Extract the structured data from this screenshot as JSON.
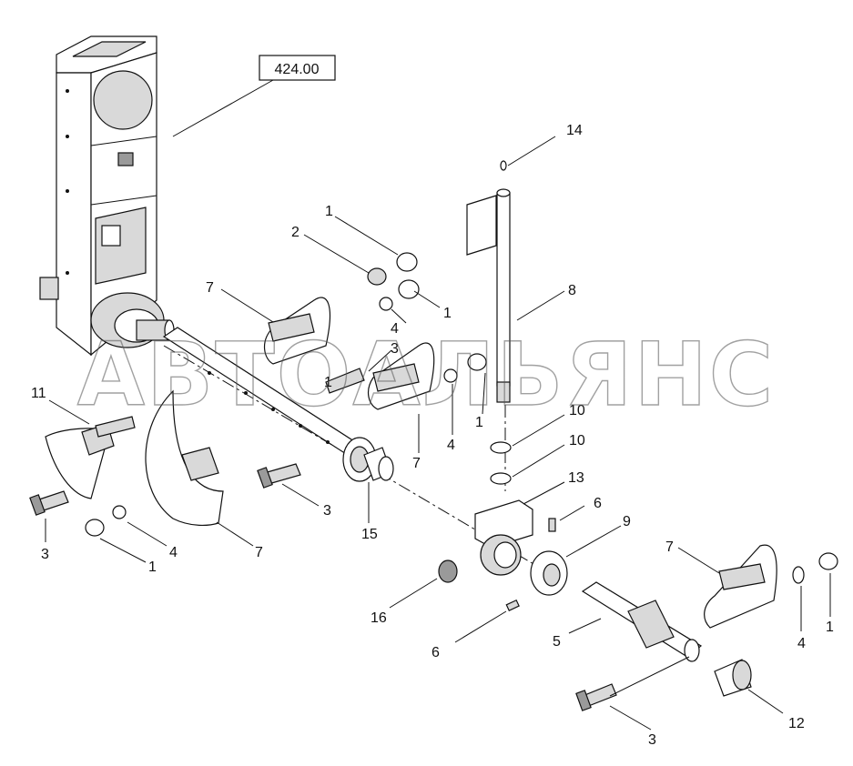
{
  "reference_box": {
    "label": "424.00"
  },
  "watermark": {
    "text": "АВТОАЛЬЯНС"
  },
  "callouts": [
    "1",
    "2",
    "1",
    "7",
    "4",
    "1",
    "3",
    "7",
    "1",
    "4",
    "8",
    "14",
    "10",
    "10",
    "11",
    "3",
    "4",
    "1",
    "7",
    "3",
    "15",
    "13",
    "6",
    "9",
    "16",
    "6",
    "5",
    "7",
    "4",
    "1",
    "3",
    "12"
  ]
}
